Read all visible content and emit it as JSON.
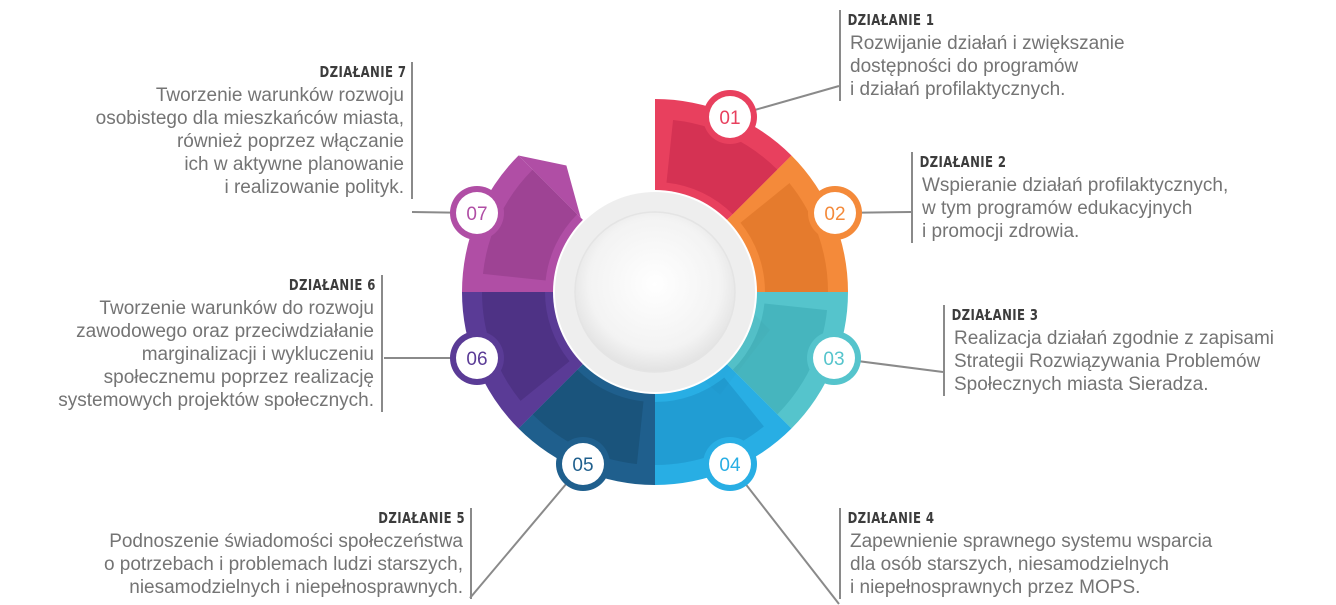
{
  "steps": [
    {
      "number": "01",
      "title": "DZIAŁANIE 1",
      "color": "#e8405e",
      "dark": "#c5264a",
      "lines": [
        "Rozwijanie działań i zwiększanie",
        "dostępności do programów",
        "i działań profilaktycznych."
      ]
    },
    {
      "number": "02",
      "title": "DZIAŁANIE 2",
      "color": "#f48a3a",
      "dark": "#d96f22",
      "lines": [
        "Wspieranie działań profilaktycznych,",
        "w tym programów edukacyjnych",
        "i promocji zdrowia."
      ]
    },
    {
      "number": "03",
      "title": "DZIAŁANIE 3",
      "color": "#55c4cc",
      "dark": "#3aaab3",
      "lines": [
        "Realizacja działań zgodnie z zapisami",
        "Strategii Rozwiązywania Problemów",
        "Społecznych miasta Sieradza."
      ]
    },
    {
      "number": "04",
      "title": "DZIAŁANIE 4",
      "color": "#28aee4",
      "dark": "#1b90c4",
      "lines": [
        "Zapewnienie sprawnego systemu wsparcia",
        "dla osób starszych, niesamodzielnych",
        "i niepełnosprawnych przez MOPS."
      ]
    },
    {
      "number": "05",
      "title": "DZIAŁANIE 5",
      "color": "#1f5f8d",
      "dark": "#164a70",
      "lines": [
        "Podnoszenie świadomości społeczeństwa",
        "o potrzebach i problemach ludzi starszych,",
        "niesamodzielnych i niepełnosprawnych."
      ]
    },
    {
      "number": "06",
      "title": "DZIAŁANIE 6",
      "color": "#5a3b96",
      "dark": "#452c78",
      "lines": [
        "Tworzenie warunków do rozwoju",
        "zawodowego oraz przeciwdziałanie",
        "marginalizacji i wykluczeniu",
        "społecznemu poprzez realizację",
        "systemowych projektów społecznych."
      ]
    },
    {
      "number": "07",
      "title": "DZIAŁANIE 7",
      "color": "#b04ea5",
      "dark": "#8f3a86",
      "lines": [
        "Tworzenie warunków rozwoju",
        "osobistego dla mieszkańców miasta,",
        "również poprzez włączanie",
        "ich w aktywne planowanie",
        "i realizowanie polityk."
      ]
    }
  ]
}
